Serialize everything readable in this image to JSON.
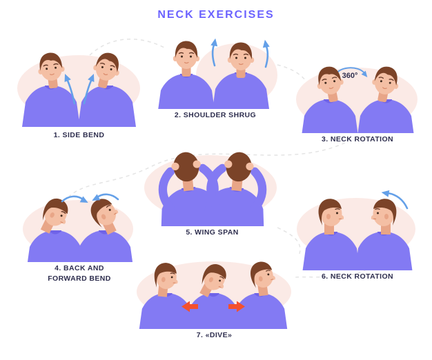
{
  "title": "NECK EXERCISES",
  "colors": {
    "title": "#6C63FF",
    "label": "#2F2F4F",
    "shirt": "#837AF3",
    "shirt_dark": "#6F63E8",
    "skin": "#F4BFA4",
    "skin_dark": "#E8A587",
    "hair": "#7B4328",
    "blob": "#FBEAE6",
    "arrow_blue": "#64A0E8",
    "arrow_red": "#F4502E",
    "connector": "#E4E4E4"
  },
  "exercises": [
    {
      "id": 1,
      "label": "1. SIDE BEND"
    },
    {
      "id": 2,
      "label": "2. SHOULDER SHRUG"
    },
    {
      "id": 3,
      "label": "3. NECK ROTATION",
      "annotation": "360°"
    },
    {
      "id": 4,
      "label": "4. BACK AND FORWARD BEND"
    },
    {
      "id": 5,
      "label": "5. WING SPAN"
    },
    {
      "id": 6,
      "label": "6. NECK ROTATION"
    },
    {
      "id": 7,
      "label": "7. «DIVE»"
    }
  ]
}
